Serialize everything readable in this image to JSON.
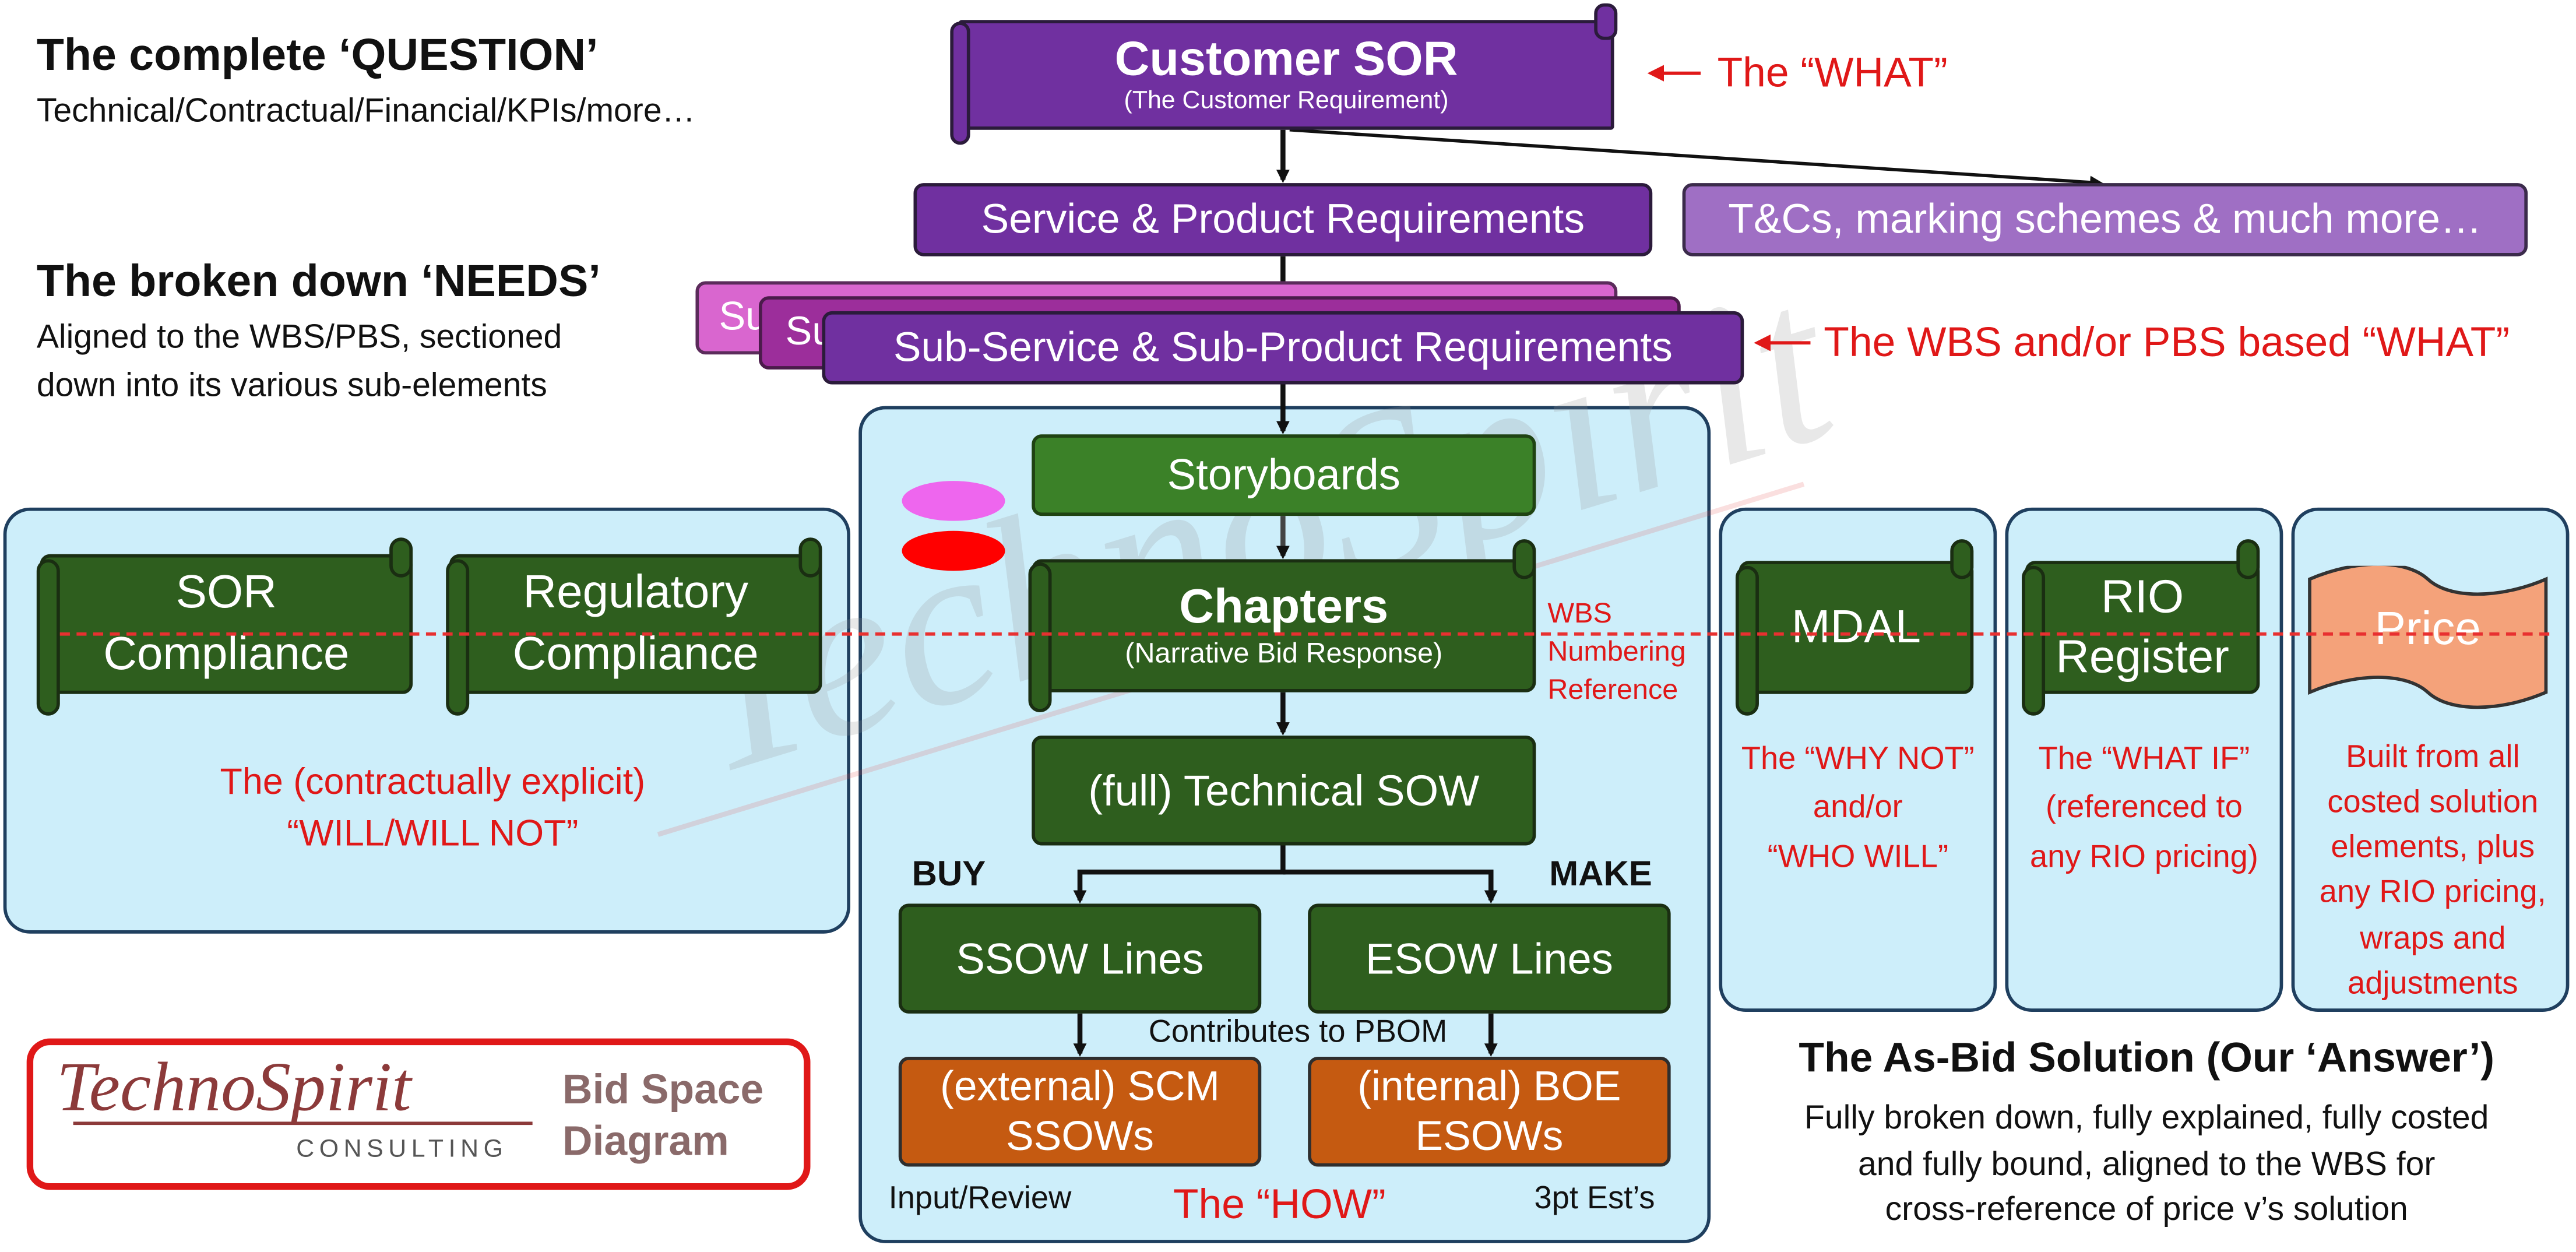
{
  "left_header": {
    "question_title": "The complete ‘QUESTION’",
    "question_sub": "Technical/Contractual/Financial/KPIs/more…",
    "needs_title": "The broken down ‘NEEDS’",
    "needs_sub_1": "Aligned to the WBS/PBS, sectioned",
    "needs_sub_2": "down into its various sub-elements"
  },
  "customer_sor": {
    "title": "Customer SOR",
    "subtitle": "(The Customer Requirement)",
    "annotation": "The “WHAT”"
  },
  "service_req": "Service & Product Requirements",
  "tcs": "T&Cs, marking schemes & much more…",
  "sub_req": {
    "label": "Sub-Service & Sub-Product Requirements",
    "stack_1": "Su",
    "stack_2": "Su",
    "annotation": "The WBS and/or PBS based “WHAT”"
  },
  "compliance": {
    "sor_1": "SOR",
    "sor_2": "Compliance",
    "reg_1": "Regulatory",
    "reg_2": "Compliance",
    "caption_1": "The (contractually explicit)",
    "caption_2": "“WILL/WILL NOT”"
  },
  "center": {
    "storyboards": "Storyboards",
    "chapters_title": "Chapters",
    "chapters_sub": "(Narrative Bid Response)",
    "wbs_ref_1": "WBS",
    "wbs_ref_2": "Numbering",
    "wbs_ref_3": "Reference",
    "tech_sow": "(full) Technical SOW",
    "buy": "BUY",
    "make": "MAKE",
    "ssow_lines": "SSOW Lines",
    "esow_lines": "ESOW Lines",
    "contributes": "Contributes to PBOM",
    "scm_1": "(external) SCM",
    "scm_2": "SSOWs",
    "boe_1": "(internal) BOE",
    "boe_2": "ESOWs",
    "input_review": "Input/Review",
    "how": "The “HOW”",
    "est": "3pt Est’s"
  },
  "right": {
    "mdal": "MDAL",
    "mdal_cap_1": "The “WHY NOT”",
    "mdal_cap_2": "and/or",
    "mdal_cap_3": "“WHO WILL”",
    "rio_1": "RIO",
    "rio_2": "Register",
    "rio_cap_1": "The “WHAT IF”",
    "rio_cap_2": "(referenced to",
    "rio_cap_3": "any RIO pricing)",
    "price": "Price",
    "price_cap": [
      "Built from all",
      "costed solution",
      "elements, plus",
      "any RIO pricing,",
      "wraps and",
      "adjustments"
    ],
    "answer_title": "The As-Bid Solution (Our ‘Answer’)",
    "answer_sub": [
      "Fully broken down, fully explained, fully costed",
      "and fully bound, aligned to the WBS for",
      "cross-reference of price v’s solution"
    ]
  },
  "logo": {
    "name": "TechnoSpirit",
    "consulting": "CONSULTING",
    "bid_1": "Bid Space",
    "bid_2": "Diagram"
  },
  "watermark": "TechnoSpirit",
  "colors": {
    "purple": "#7030a0",
    "light_purple": "#9f6fc4",
    "magenta": "#d966cf",
    "dark_green": "#2e5e1e",
    "green": "#3b8128",
    "orange": "#c55a11",
    "salmon": "#f4a27a",
    "panel": "#cdeefa",
    "red": "#e01818"
  }
}
